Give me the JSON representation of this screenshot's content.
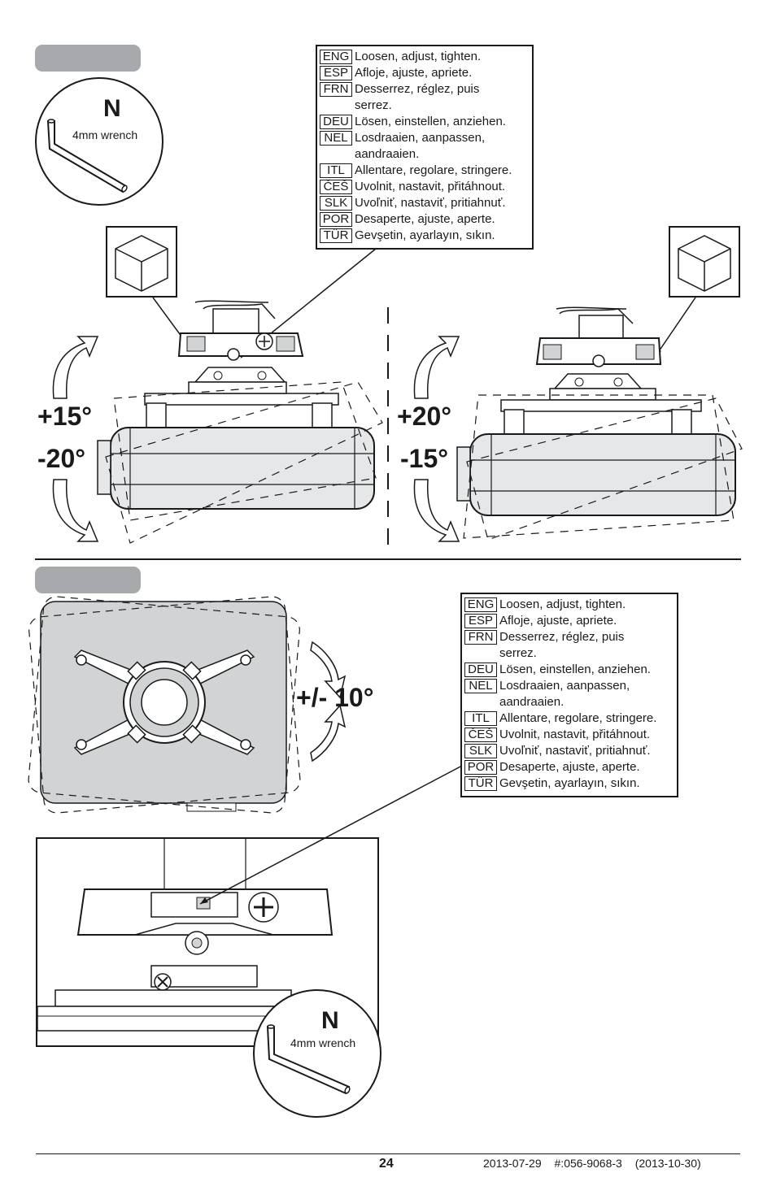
{
  "step1": {
    "wrench": {
      "letter": "N",
      "label": "4mm wrench"
    },
    "instructions": [
      {
        "code": "ENG",
        "text": "Loosen, adjust, tighten."
      },
      {
        "code": "ESP",
        "text": "Afloje, ajuste, apriete."
      },
      {
        "code": "FRN",
        "text": "Desserrez, réglez, puis\nserrez."
      },
      {
        "code": "DEU",
        "text": "Lösen, einstellen, anziehen."
      },
      {
        "code": "NEL",
        "text": "Losdraaien, aanpassen,\naandraaien."
      },
      {
        "code": "ITL",
        "text": "Allentare, regolare, stringere."
      },
      {
        "code": "ČEŠ",
        "text": "Uvolnit, nastavit, přitáhnout."
      },
      {
        "code": "SLK",
        "text": "Uvoľniť, nastaviť, pritiahnuť."
      },
      {
        "code": "POR",
        "text": "Desaperte, ajuste, aperte."
      },
      {
        "code": "TÜR",
        "text": "Gevşetin, ayarlayın, sıkın."
      }
    ],
    "angles": {
      "left_up": "+15°",
      "left_down": "-20°",
      "right_up": "+20°",
      "right_down": "-15°"
    }
  },
  "step2": {
    "angle": "+/- 10°",
    "wrench": {
      "letter": "N",
      "label": "4mm wrench"
    },
    "instructions": [
      {
        "code": "ENG",
        "text": "Loosen, adjust, tighten."
      },
      {
        "code": "ESP",
        "text": "Afloje, ajuste, apriete."
      },
      {
        "code": "FRN",
        "text": "Desserrez, réglez, puis\nserrez."
      },
      {
        "code": "DEU",
        "text": "Lösen, einstellen, anziehen."
      },
      {
        "code": "NEL",
        "text": "Losdraaien, aanpassen,\naandraaien."
      },
      {
        "code": "ITL",
        "text": "Allentare, regolare, stringere."
      },
      {
        "code": "ČEŠ",
        "text": "Uvolnit, nastavit, přitáhnout."
      },
      {
        "code": "SLK",
        "text": "Uvoľniť, nastaviť, pritiahnuť."
      },
      {
        "code": "POR",
        "text": "Desaperte, ajuste, aperte."
      },
      {
        "code": "TÜR",
        "text": "Gevşetin, ayarlayın, sıkın."
      }
    ]
  },
  "footer": {
    "page_number": "24",
    "date": "2013-07-29",
    "doc_number": "#:056-9068-3",
    "revision": "(2013-10-30)"
  },
  "colors": {
    "pill": "#a7a9ac",
    "projector": "#e6e7e8",
    "plate": "#d1d3d4",
    "ink": "#1a1a1a"
  }
}
